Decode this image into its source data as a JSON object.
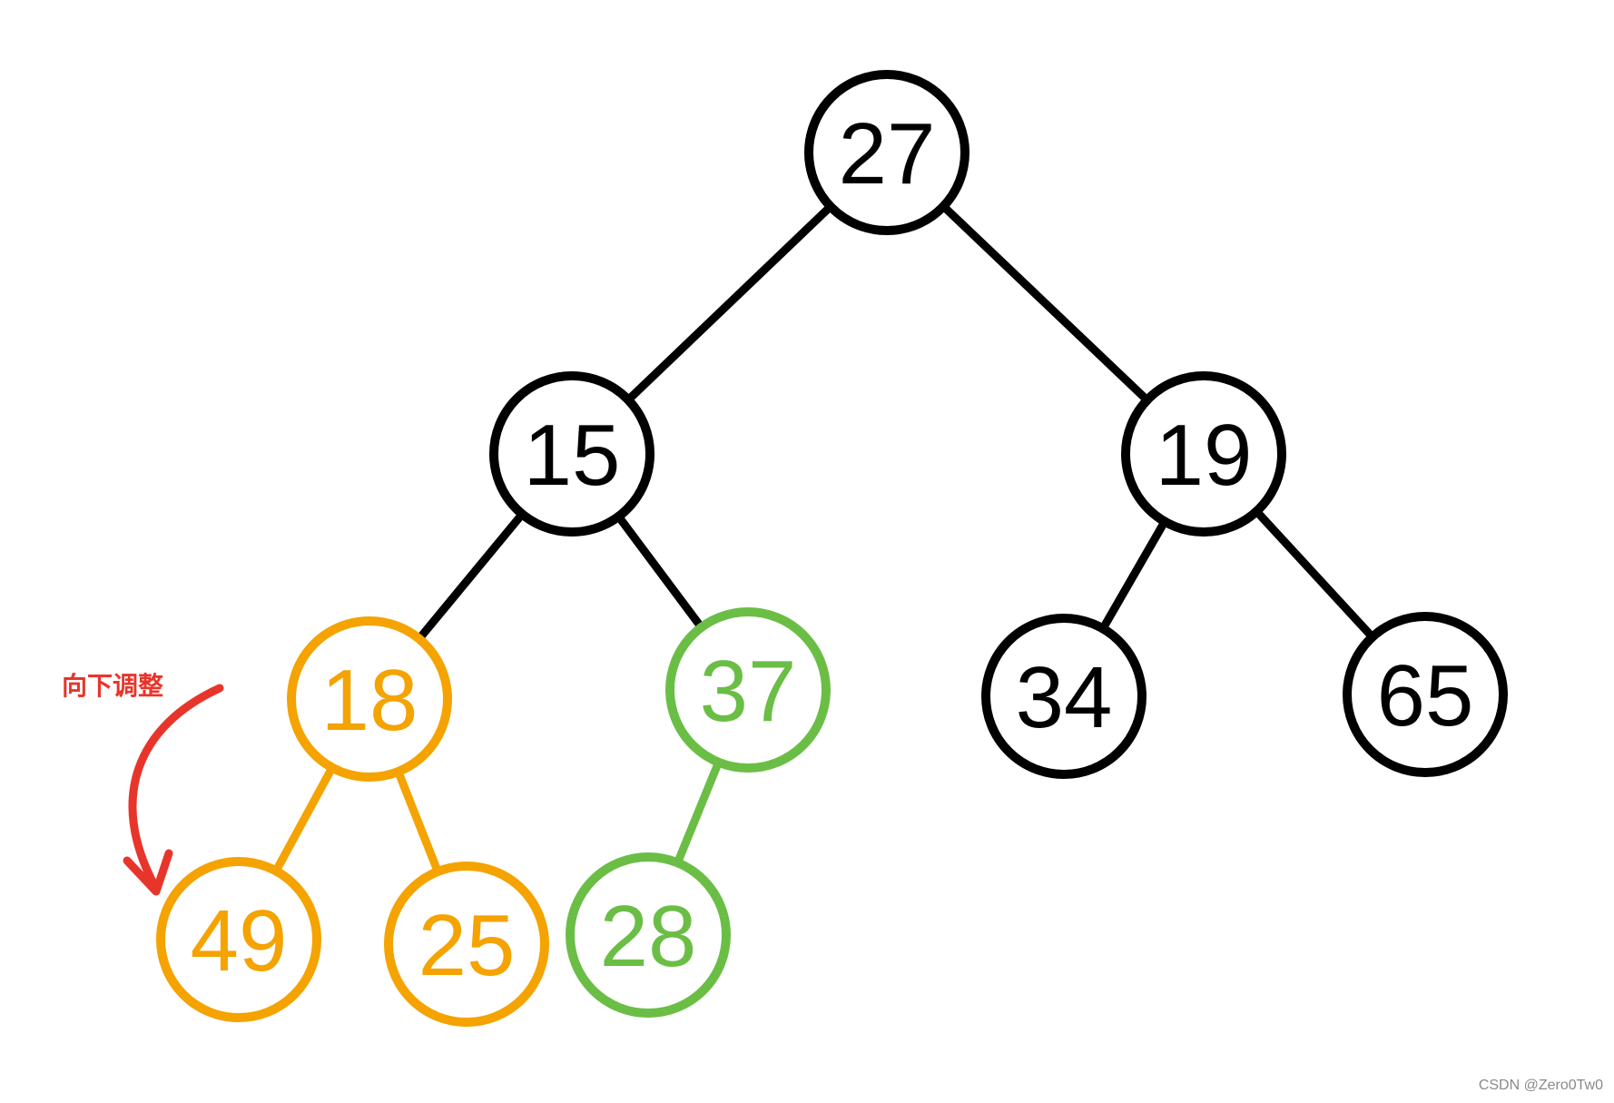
{
  "colors": {
    "default": "#000000",
    "highlight_orange": "#F4A300",
    "highlight_green": "#6BBE45",
    "annotation_red": "#E8352B",
    "background": "#FFFFFF",
    "watermark": "#8A8A8A"
  },
  "tree": {
    "nodes": [
      {
        "id": "n0",
        "value": "27",
        "color": "default"
      },
      {
        "id": "n1",
        "value": "15",
        "color": "default"
      },
      {
        "id": "n2",
        "value": "19",
        "color": "default"
      },
      {
        "id": "n3",
        "value": "18",
        "color": "highlight_orange"
      },
      {
        "id": "n4",
        "value": "37",
        "color": "highlight_green"
      },
      {
        "id": "n5",
        "value": "34",
        "color": "default"
      },
      {
        "id": "n6",
        "value": "65",
        "color": "default"
      },
      {
        "id": "n7",
        "value": "49",
        "color": "highlight_orange"
      },
      {
        "id": "n8",
        "value": "25",
        "color": "highlight_orange"
      },
      {
        "id": "n9",
        "value": "28",
        "color": "highlight_green"
      }
    ],
    "edges": [
      {
        "from": "n0",
        "to": "n1",
        "color": "default"
      },
      {
        "from": "n0",
        "to": "n2",
        "color": "default"
      },
      {
        "from": "n1",
        "to": "n3",
        "color": "default"
      },
      {
        "from": "n1",
        "to": "n4",
        "color": "default"
      },
      {
        "from": "n2",
        "to": "n5",
        "color": "default"
      },
      {
        "from": "n2",
        "to": "n6",
        "color": "default"
      },
      {
        "from": "n3",
        "to": "n7",
        "color": "highlight_orange"
      },
      {
        "from": "n3",
        "to": "n8",
        "color": "highlight_orange"
      },
      {
        "from": "n4",
        "to": "n9",
        "color": "highlight_green"
      }
    ]
  },
  "annotation": {
    "label": "向下调整",
    "arrow_icon": "curved-down-arrow-icon",
    "from_node": "n3",
    "to_node": "n7"
  },
  "watermark": "CSDN @Zero0Tw0"
}
